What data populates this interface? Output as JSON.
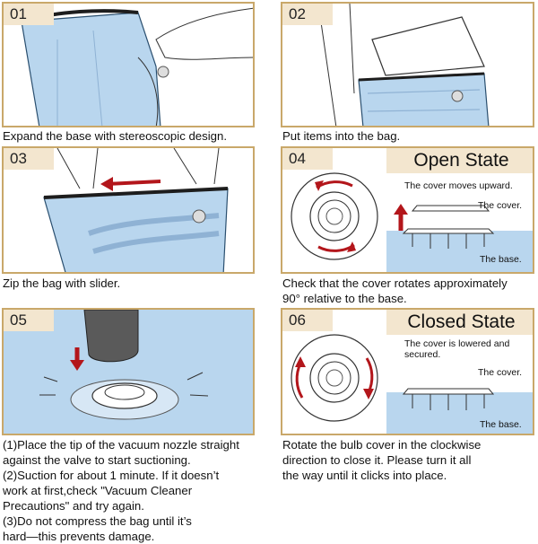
{
  "steps": [
    {
      "number": "01",
      "caption": "Expand the base with stereoscopic design."
    },
    {
      "number": "02",
      "caption": "Put items into the bag."
    },
    {
      "number": "03",
      "caption": "Zip the bag with slider."
    },
    {
      "number": "04",
      "caption": "Check that the cover rotates approximately\n90° relative to the base.",
      "state_title": "Open State",
      "note": "The cover moves upward.",
      "label_cover": "The cover.",
      "label_base": "The base."
    },
    {
      "number": "05",
      "caption": "(1)Place the tip of the vacuum nozzle straight\nagainst the valve to start suctioning.\n(2)Suction for about 1 minute. If it doesn’t\nwork at first,check \"Vacuum Cleaner\nPrecautions\" and try again.\n(3)Do not compress the bag until it’s\nhard—this prevents damage."
    },
    {
      "number": "06",
      "caption": "Rotate the bulb cover in the clockwise\ndirection to close it. Please turn it all\nthe way until it clicks into place.",
      "state_title": "Closed State",
      "note": "The cover is lowered and\nsecured.",
      "label_cover": "The cover.",
      "label_base": "The base."
    }
  ],
  "colors": {
    "border": "#c9a86a",
    "header_bg": "#f3e6cf",
    "bag_blue": "#b9d6ee",
    "arrow_red": "#b3161b"
  }
}
